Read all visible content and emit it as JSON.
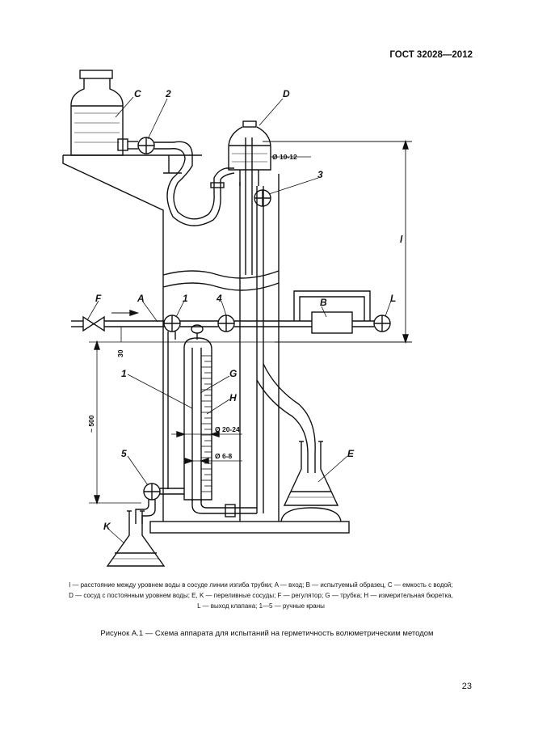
{
  "header": {
    "doc_id": "ГОСТ 32028—2012"
  },
  "figure": {
    "labels": {
      "C": "C",
      "two": "2",
      "D": "D",
      "three": "3",
      "dim_d1012": "Ø 10-12",
      "l": "l",
      "F": "F",
      "A": "A",
      "one_a": "1",
      "four": "4",
      "B": "B",
      "L": "L",
      "dim_30": "30",
      "one_b": "1",
      "G": "G",
      "H": "H",
      "dim_500": "~ 500",
      "dim_d2024": "Ø 20-24",
      "dim_d68": "Ø 6-8",
      "five": "5",
      "E": "E",
      "K": "K"
    }
  },
  "legend": {
    "line1": "l — расстояние между уровнем воды в сосуде линии изгиба трубки; A — вход; B — испытуемый образец, C — емкость с водой;",
    "line2": "D — сосуд с постоянным уровнем воды; E, K — переливные сосуды; F — регулятор; G — трубка; H — измерительная бюретка,",
    "line3": "L — выход клапана; 1—5 — ручные краны"
  },
  "caption": "Рисунок А.1 — Схема аппарата для испытаний на герметичность волюметрическим методом",
  "page_number": "23"
}
